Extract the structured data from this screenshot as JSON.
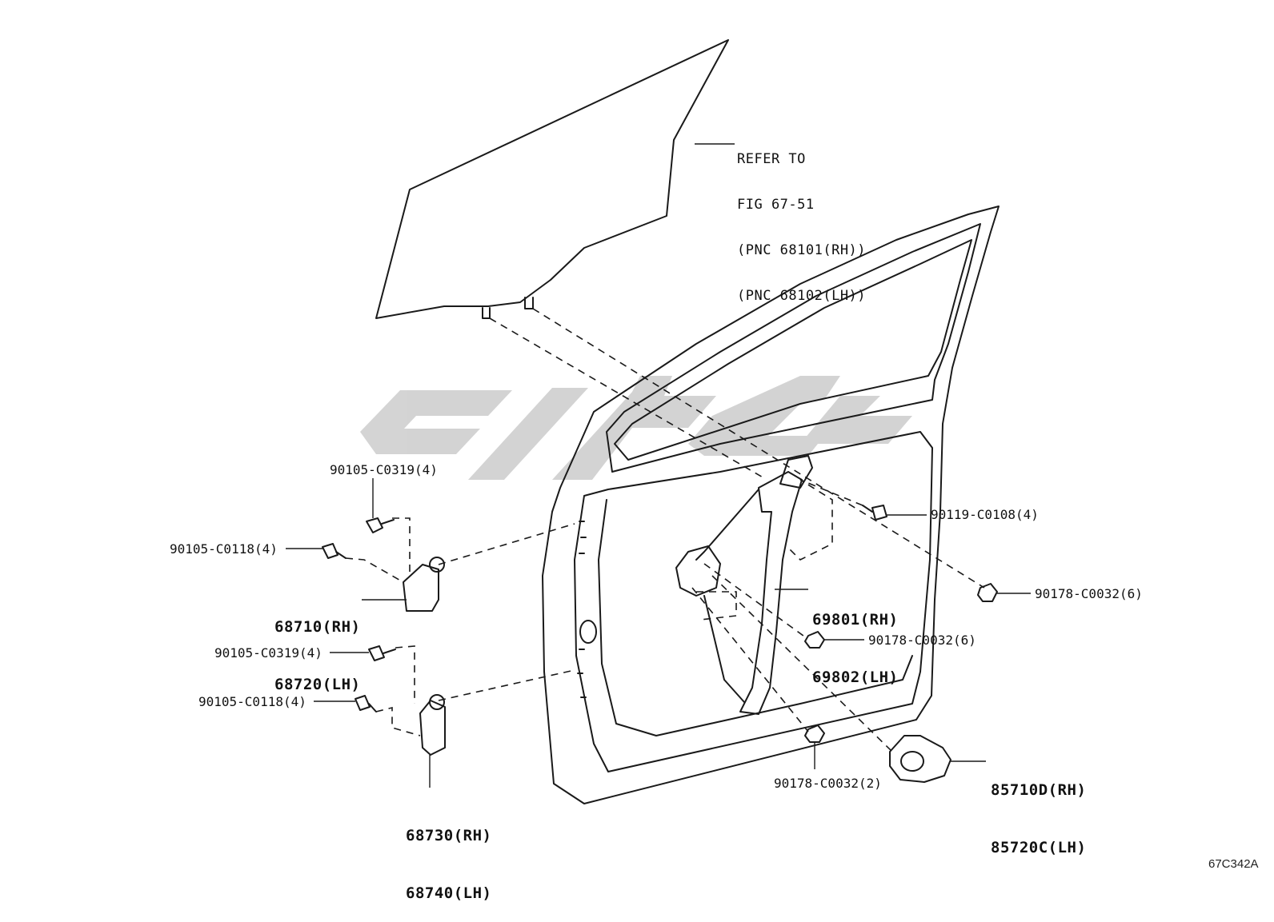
{
  "colors": {
    "line": "#1a1a1a",
    "watermark": "#c8c8c8",
    "background": "#ffffff"
  },
  "watermark": {
    "kind": "logo",
    "text": ""
  },
  "diagram_code": "67C342A",
  "callouts": {
    "glass_ref": [
      "REFER TO",
      "FIG 67-51",
      "(PNC 68101(RH))",
      "(PNC 68102(LH))"
    ],
    "bolt_upper_top": "90105-C0319(4)",
    "bolt_upper_side": "90105-C0118(4)",
    "hinge_upper": [
      "68710(RH)",
      "68720(LH)"
    ],
    "bolt_lower_top": "90105-C0319(4)",
    "bolt_lower_side": "90105-C0118(4)",
    "hinge_lower": [
      "68730(RH)",
      "68740(LH)"
    ],
    "bolt_regulator": "90119-C0108(4)",
    "nut_right": "90178-C0032(6)",
    "regulator": [
      "69801(RH)",
      "69802(LH)"
    ],
    "nut_middle": "90178-C0032(6)",
    "nut_bottom": "90178-C0032(2)",
    "motor": [
      "85710D(RH)",
      "85720C(LH)"
    ]
  }
}
